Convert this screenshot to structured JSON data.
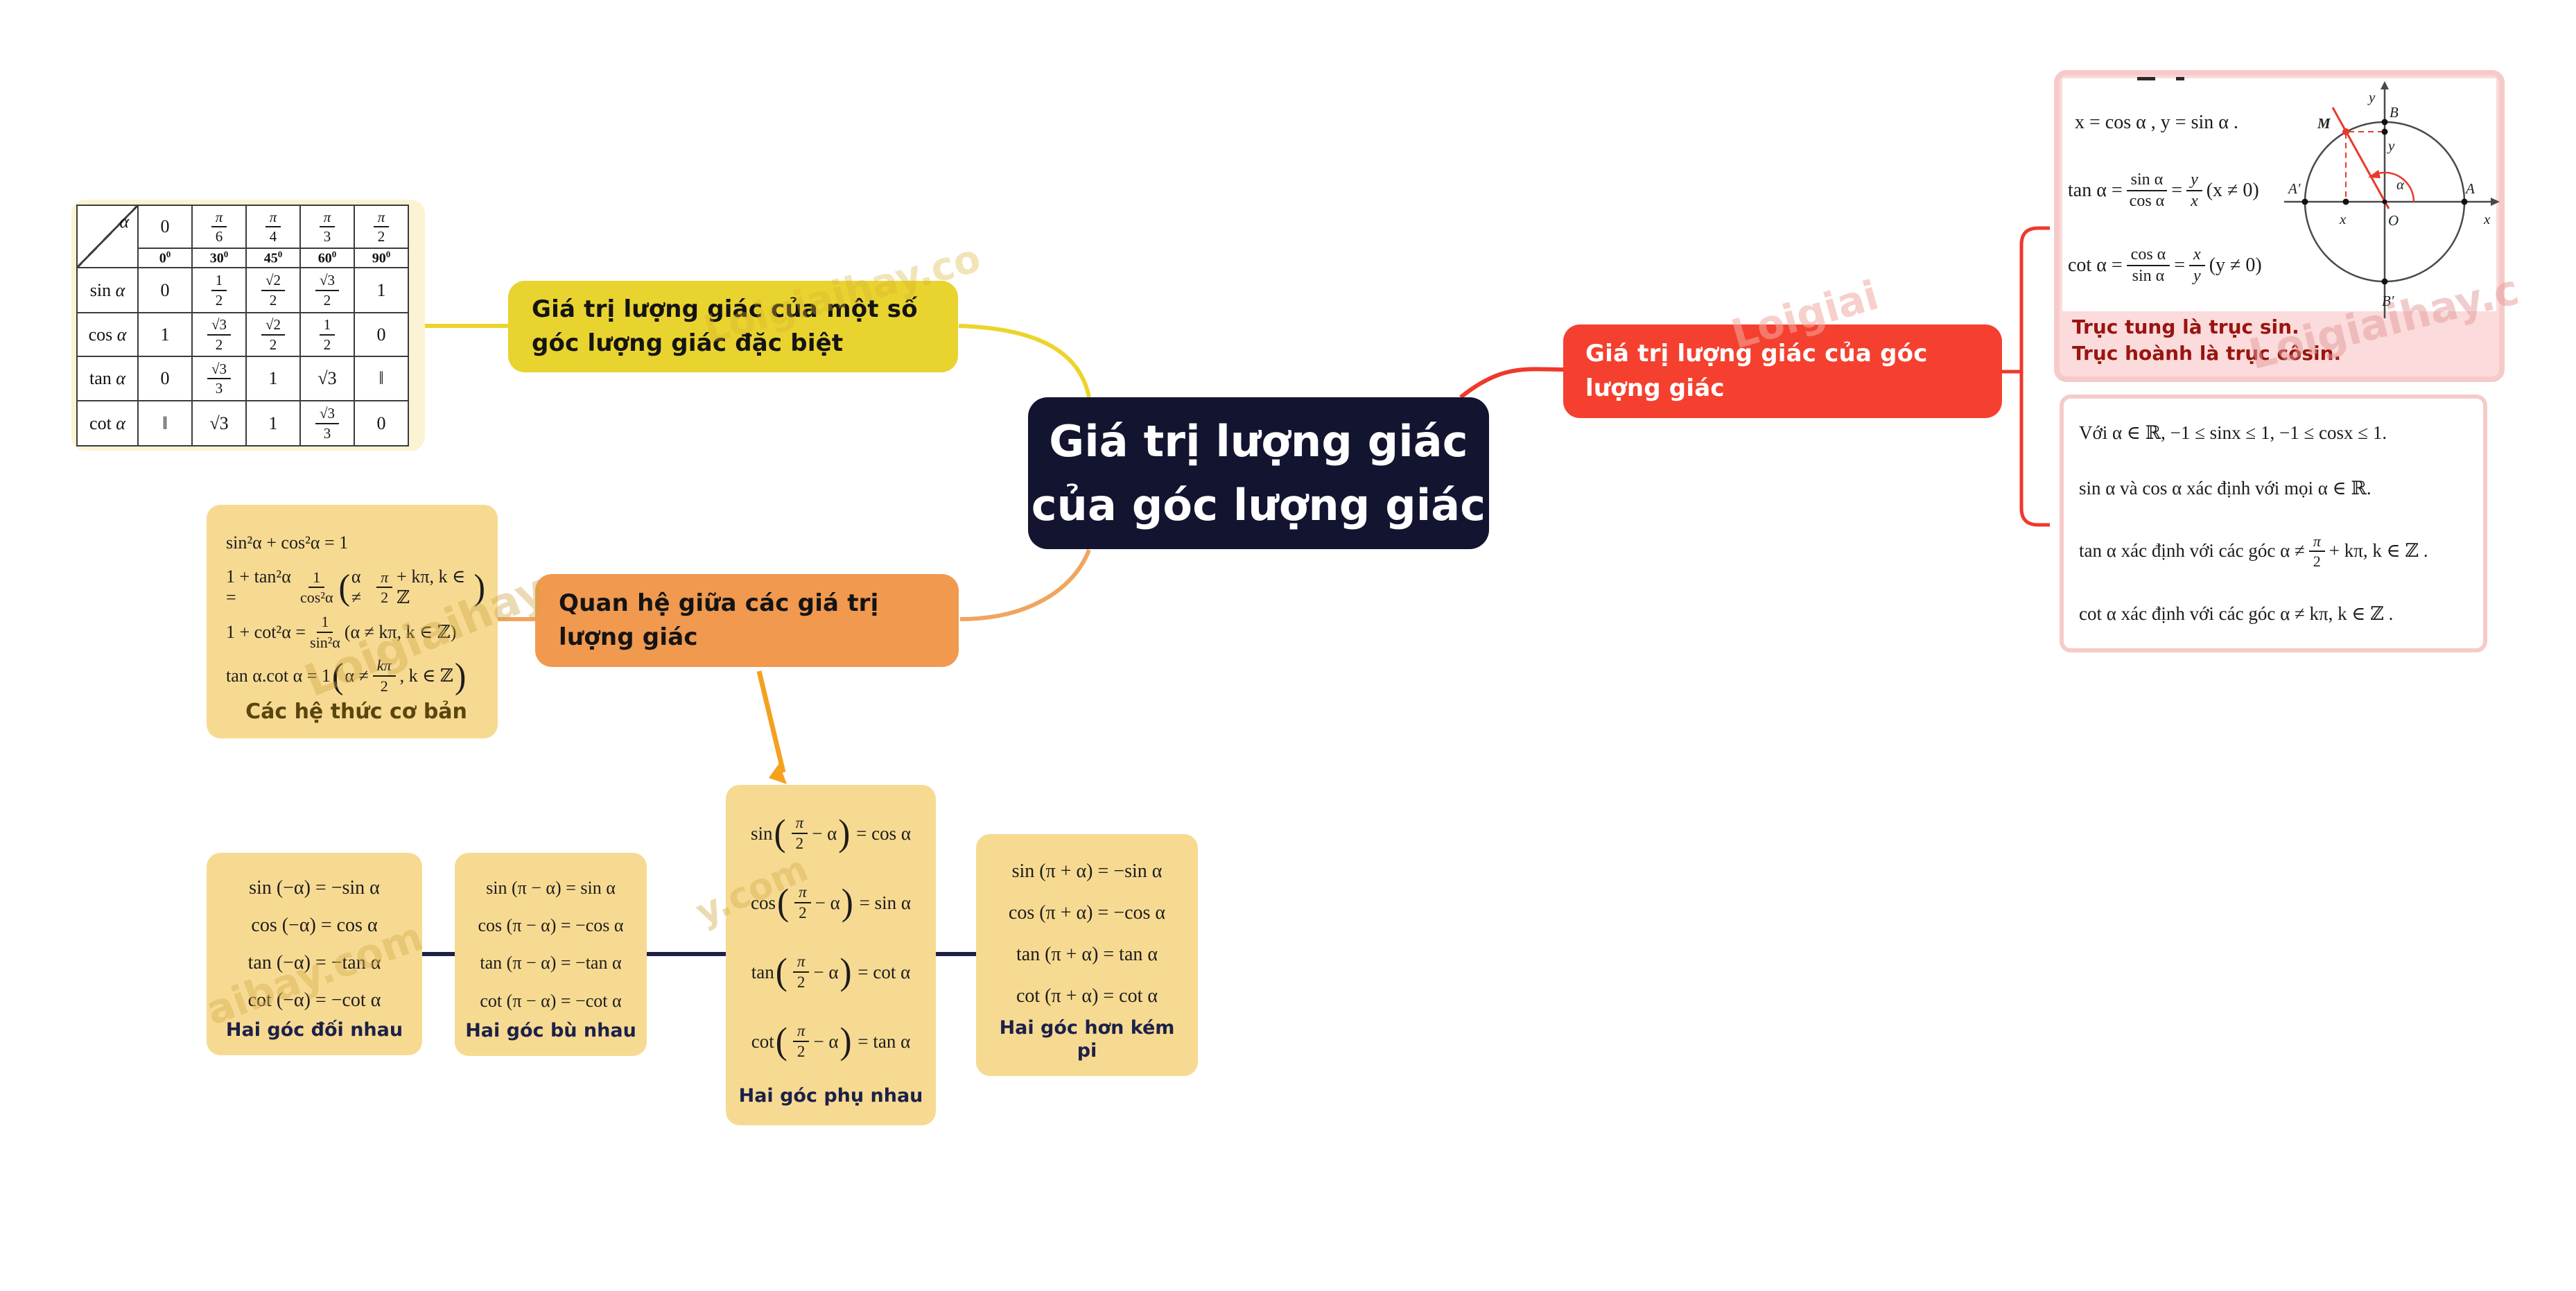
{
  "colors": {
    "yellow": "#e9d32f",
    "orange": "#f0994f",
    "red": "#f5402f",
    "navy": "#121430",
    "beige": "#f7da92",
    "cream": "#fbf3d3",
    "pink-border": "#f7caca",
    "pink-strip": "#fbdbdb",
    "dark-red": "#991510",
    "caption-navy": "#1c2148",
    "caption-brown": "#5a450f",
    "navy-line": "#1b2147"
  },
  "root": {
    "line1": "Giá trị lượng giác",
    "line2": "của góc lượng giác"
  },
  "branches": {
    "special": {
      "label": "Giá trị lượng giác của một số góc lượng giác đặc biệt"
    },
    "relations": {
      "label": "Quan hệ giữa các giá trị lượng giác"
    },
    "definition": {
      "label": "Giá trị lượng giác của góc lượng giác"
    }
  },
  "table": {
    "corner": "α",
    "rad": [
      {
        "t": "0"
      },
      {
        "n": "π",
        "d": "6"
      },
      {
        "n": "π",
        "d": "4"
      },
      {
        "n": "π",
        "d": "3"
      },
      {
        "n": "π",
        "d": "2"
      }
    ],
    "deg": [
      "0",
      "30",
      "45",
      "60",
      "90"
    ],
    "deg_sup": "0",
    "rows": [
      {
        "fn": "sin",
        "var": "α",
        "cells": [
          {
            "t": "0"
          },
          {
            "n": "1",
            "d": "2"
          },
          {
            "n": "√2",
            "d": "2"
          },
          {
            "n": "√3",
            "d": "2"
          },
          {
            "t": "1"
          }
        ]
      },
      {
        "fn": "cos",
        "var": "α",
        "cells": [
          {
            "t": "1"
          },
          {
            "n": "√3",
            "d": "2"
          },
          {
            "n": "√2",
            "d": "2"
          },
          {
            "n": "1",
            "d": "2"
          },
          {
            "t": "0"
          }
        ]
      },
      {
        "fn": "tan",
        "var": "α",
        "cells": [
          {
            "t": "0"
          },
          {
            "n": "√3",
            "d": "3"
          },
          {
            "t": "1"
          },
          {
            "t": "√3"
          },
          {
            "t": "‖"
          }
        ]
      },
      {
        "fn": "cot",
        "var": "α",
        "cells": [
          {
            "t": "‖"
          },
          {
            "t": "√3"
          },
          {
            "t": "1"
          },
          {
            "n": "√3",
            "d": "3"
          },
          {
            "t": "0"
          }
        ]
      }
    ]
  },
  "identities": {
    "f1": "sin²α + cos²α = 1",
    "f2": {
      "lhs": "1 + tan²α =",
      "num": "1",
      "den": "cos²α",
      "open": "(",
      "pre": "α ≠",
      "cnum": "π",
      "cden": "2",
      "post": "+ kπ, k ∈ ℤ",
      "close": ")"
    },
    "f3": {
      "lhs": "1 + cot²α =",
      "num": "1",
      "den": "sin²α",
      "cond": "(α ≠ kπ, k ∈ ℤ)"
    },
    "f4": {
      "lhs": "tan α.cot α = 1",
      "open": "(",
      "pre": "α ≠",
      "cnum": "kπ",
      "cden": "2",
      "post": ", k ∈ ℤ",
      "close": ")"
    },
    "caption": "Các hệ thức cơ bản"
  },
  "unit_circle": {
    "f1": "x = cos α ,  y = sin α .",
    "f2": {
      "lhs": "tan α =",
      "n1": "sin α",
      "d1": "cos α",
      "eq": "=",
      "n2": "y",
      "d2": "x",
      "cond": "(x ≠ 0)"
    },
    "f3": {
      "lhs": "cot α =",
      "n1": "cos α",
      "d1": "sin α",
      "eq": "=",
      "n2": "x",
      "d2": "y",
      "cond": "(y ≠ 0)"
    },
    "note1": "Trục tung là trục sin.",
    "note2": "Trục hoành là trục côsin.",
    "labels": {
      "y_axis": "y",
      "x_axis": "x",
      "B": "B",
      "B2": "B′",
      "A": "A",
      "A2": "A′",
      "O": "O",
      "M": "M",
      "xp": "x",
      "yp": "y",
      "alpha": "α"
    }
  },
  "domain": {
    "l1": "Với α ∈ ℝ, −1 ≤ sinx ≤ 1, −1 ≤ cosx ≤ 1.",
    "l2": "sin α và cos α  xác định với mọi  α ∈ ℝ.",
    "l3": {
      "pre": "tan α xác định với các góc   α ≠",
      "num": "π",
      "den": "2",
      "post": "+ kπ, k ∈ ℤ ."
    },
    "l4": "cot α  xác định với các góc   α ≠ kπ, k ∈ ℤ ."
  },
  "angle_boxes": {
    "opposite": {
      "lines": [
        "sin (−α) = −sin α",
        "cos (−α) = cos α",
        "tan (−α) = −tan α",
        "cot (−α) = −cot α"
      ],
      "caption": "Hai góc đối nhau"
    },
    "supplement": {
      "lines": [
        "sin (π − α) = sin α",
        "cos (π − α) = −cos α",
        "tan (π − α) = −tan α",
        "cot (π − α) = −cot α"
      ],
      "caption": "Hai góc bù nhau"
    },
    "complement": {
      "open": "(",
      "close": ")",
      "num": "π",
      "den": "2",
      "mid": "− α",
      "lines": [
        {
          "fn": "sin",
          "rhs": "= cos α"
        },
        {
          "fn": "cos",
          "rhs": "= sin α"
        },
        {
          "fn": "tan",
          "rhs": "= cot α"
        },
        {
          "fn": "cot",
          "rhs": "= tan α"
        }
      ],
      "caption": "Hai góc phụ nhau"
    },
    "pi_shift": {
      "lines": [
        "sin (π + α) = −sin α",
        "cos (π + α) = −cos α",
        "tan (π + α) = tan α",
        "cot (π + α) = cot α"
      ],
      "caption1": "Hai góc hơn kém",
      "caption2": "pi"
    }
  },
  "watermarks": [
    "Loigiaihay.co",
    "Loigiaihay",
    "Loigiai",
    "Loigiaihay.c",
    "aibay.com",
    "y.com"
  ]
}
